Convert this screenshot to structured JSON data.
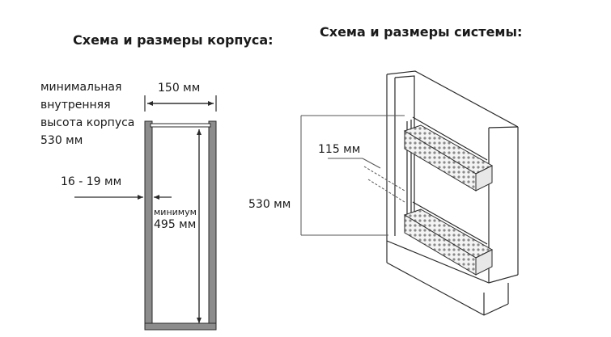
{
  "left_diagram": {
    "title": "Схема и размеры корпуса:",
    "min_height_lines": [
      "минимальная",
      "внутренняя",
      "высота корпуса",
      "530 мм"
    ],
    "width_label": "150 мм",
    "wall_label": "16 - 19 мм",
    "min_label": "минимум",
    "inner_height_label": "495 мм"
  },
  "right_diagram": {
    "title": "Схема и размеры системы:",
    "height_label": "530 мм",
    "offset_label": "115 мм"
  },
  "colors": {
    "line": "#2a2a2a",
    "wall": "#8c8c8c",
    "basket": "#9a9a9a"
  }
}
